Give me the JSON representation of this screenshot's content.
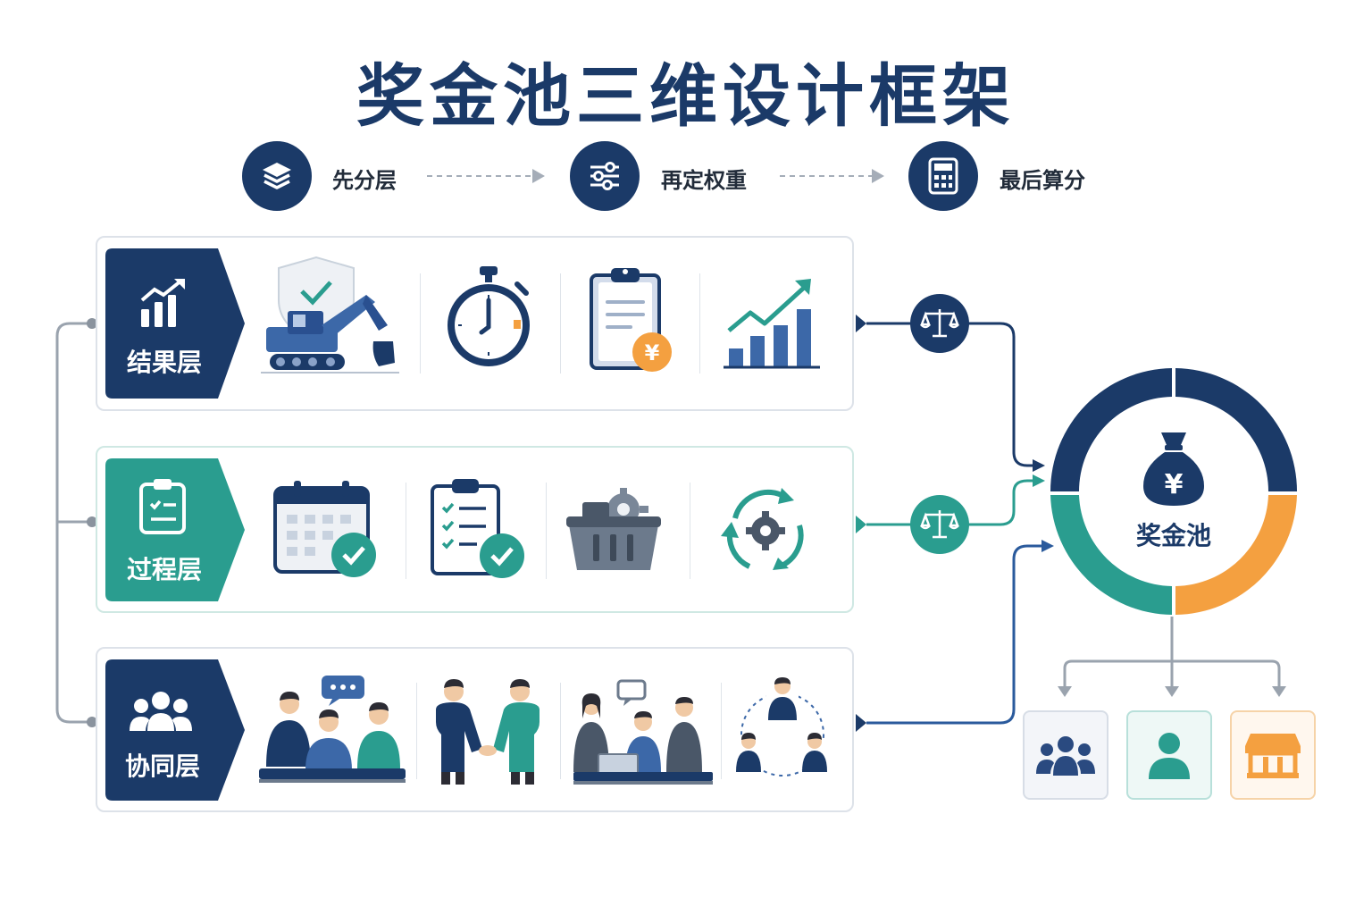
{
  "title": "奖金池三维设计框架",
  "steps": [
    {
      "label": "先分层",
      "icon": "layers-icon"
    },
    {
      "label": "再定权重",
      "icon": "sliders-icon"
    },
    {
      "label": "最后算分",
      "icon": "calculator-icon"
    }
  ],
  "layers": [
    {
      "label": "结果层",
      "color": "#1b3a68",
      "icons": [
        "excavator-shield-icon",
        "stopwatch-icon",
        "clipboard-yen-icon",
        "growth-chart-icon"
      ]
    },
    {
      "label": "过程层",
      "color": "#2a9d8f",
      "icons": [
        "calendar-check-icon",
        "checklist-check-icon",
        "toolbox-gear-icon",
        "cycle-gear-icon"
      ]
    },
    {
      "label": "协同层",
      "color": "#1b3a68",
      "icons": [
        "team-meeting-icon",
        "handshake-icon",
        "laptop-meeting-icon",
        "network-people-icon"
      ]
    }
  ],
  "pool": {
    "label": "奖金池",
    "icon": "money-bag-yen-icon"
  },
  "colors": {
    "navy": "#1b3a68",
    "teal": "#2a9d8f",
    "orange": "#f4a040",
    "blue": "#2a5a9c"
  },
  "distribution": [
    {
      "icon": "group-icon"
    },
    {
      "icon": "person-icon"
    },
    {
      "icon": "store-icon"
    }
  ]
}
